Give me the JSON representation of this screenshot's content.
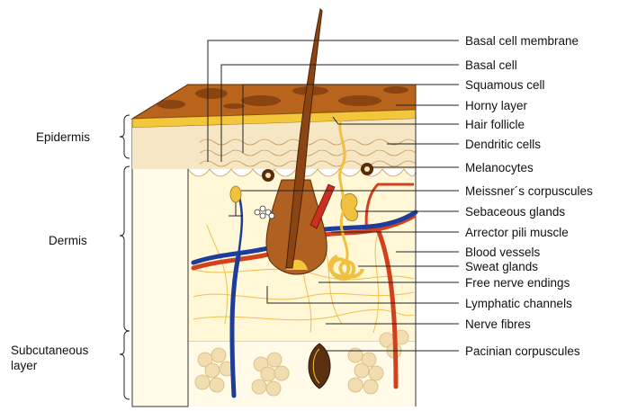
{
  "labels": [
    "Basal cell membrane",
    "Basal cell",
    "Squamous cell",
    "Horny layer",
    "Hair follicle",
    "Dendritic cells",
    "Melanocytes",
    "Meissner´s corpuscules",
    "Sebaceous glands",
    "Arrector pili muscle",
    "Blood vessels",
    "Sweat glands",
    "Free nerve endings",
    "Lymphatic channels",
    "Nerve fibres",
    "Pacinian corpuscules"
  ],
  "layers": {
    "epidermis": "Epidermis",
    "dermis": "Dermis",
    "subcutaneous_line1": "Subcutaneous",
    "subcutaneous_line2": "layer"
  },
  "colors": {
    "horny_layer": "#b8641c",
    "surface_band": "#f2c83a",
    "epidermis": "#f7e6c4",
    "dermis": "#fff7d6",
    "fat": "#f2ddb0",
    "hair": "#8b4513",
    "artery": "#d2401e",
    "vein": "#1e3c9a",
    "gland": "#f0c040"
  }
}
